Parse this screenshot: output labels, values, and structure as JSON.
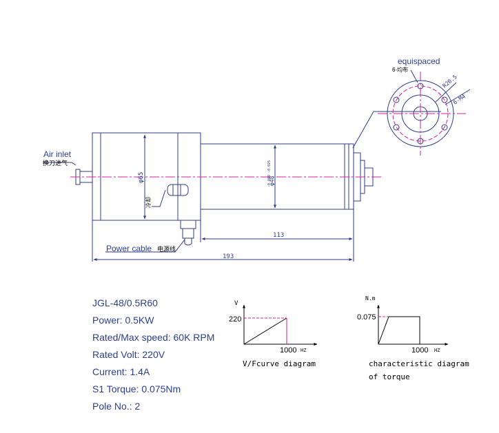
{
  "labels": {
    "air_inlet": "Air inlet",
    "air_inlet_cn": "换刀进气",
    "power_cable": "Power cable",
    "power_cable_cn": "电源线",
    "cooling_cn": "冷却",
    "equispaced": "equispaced",
    "holes_cn": "6-均布",
    "pcd": "R20.5",
    "thread": "6-M4",
    "dim_body_dia": "φ65",
    "dim_nose_dia": "φ48",
    "dim_nose_tol": "-0.009 -0.025",
    "dim_113": "113",
    "dim_193": "193"
  },
  "specs": {
    "model": "JGL-48/0.5R60",
    "power": "Power: 0.5KW",
    "speed": "Rated/Max speed: 60K RPM",
    "volt": "Rated Volt: 220V",
    "current": "Current: 1.4A",
    "torque": "S1 Torque: 0.075Nm",
    "pole": "Pole No.: 2"
  },
  "vf_chart": {
    "y_axis_label": "V",
    "x_axis_label": "HZ",
    "y_tick": "220",
    "x_tick": "1000",
    "caption": "V/Fcurve diagram"
  },
  "torque_chart": {
    "y_axis_label": "N.m",
    "x_axis_label": "HZ",
    "y_tick": "0.075",
    "x_tick": "1000",
    "caption_line1": "characteristic diagram",
    "caption_line2": "of torque"
  },
  "colors": {
    "line": "#2e3a8c",
    "center": "#d81b9c",
    "text": "#2b3f8f",
    "black": "#000000"
  }
}
